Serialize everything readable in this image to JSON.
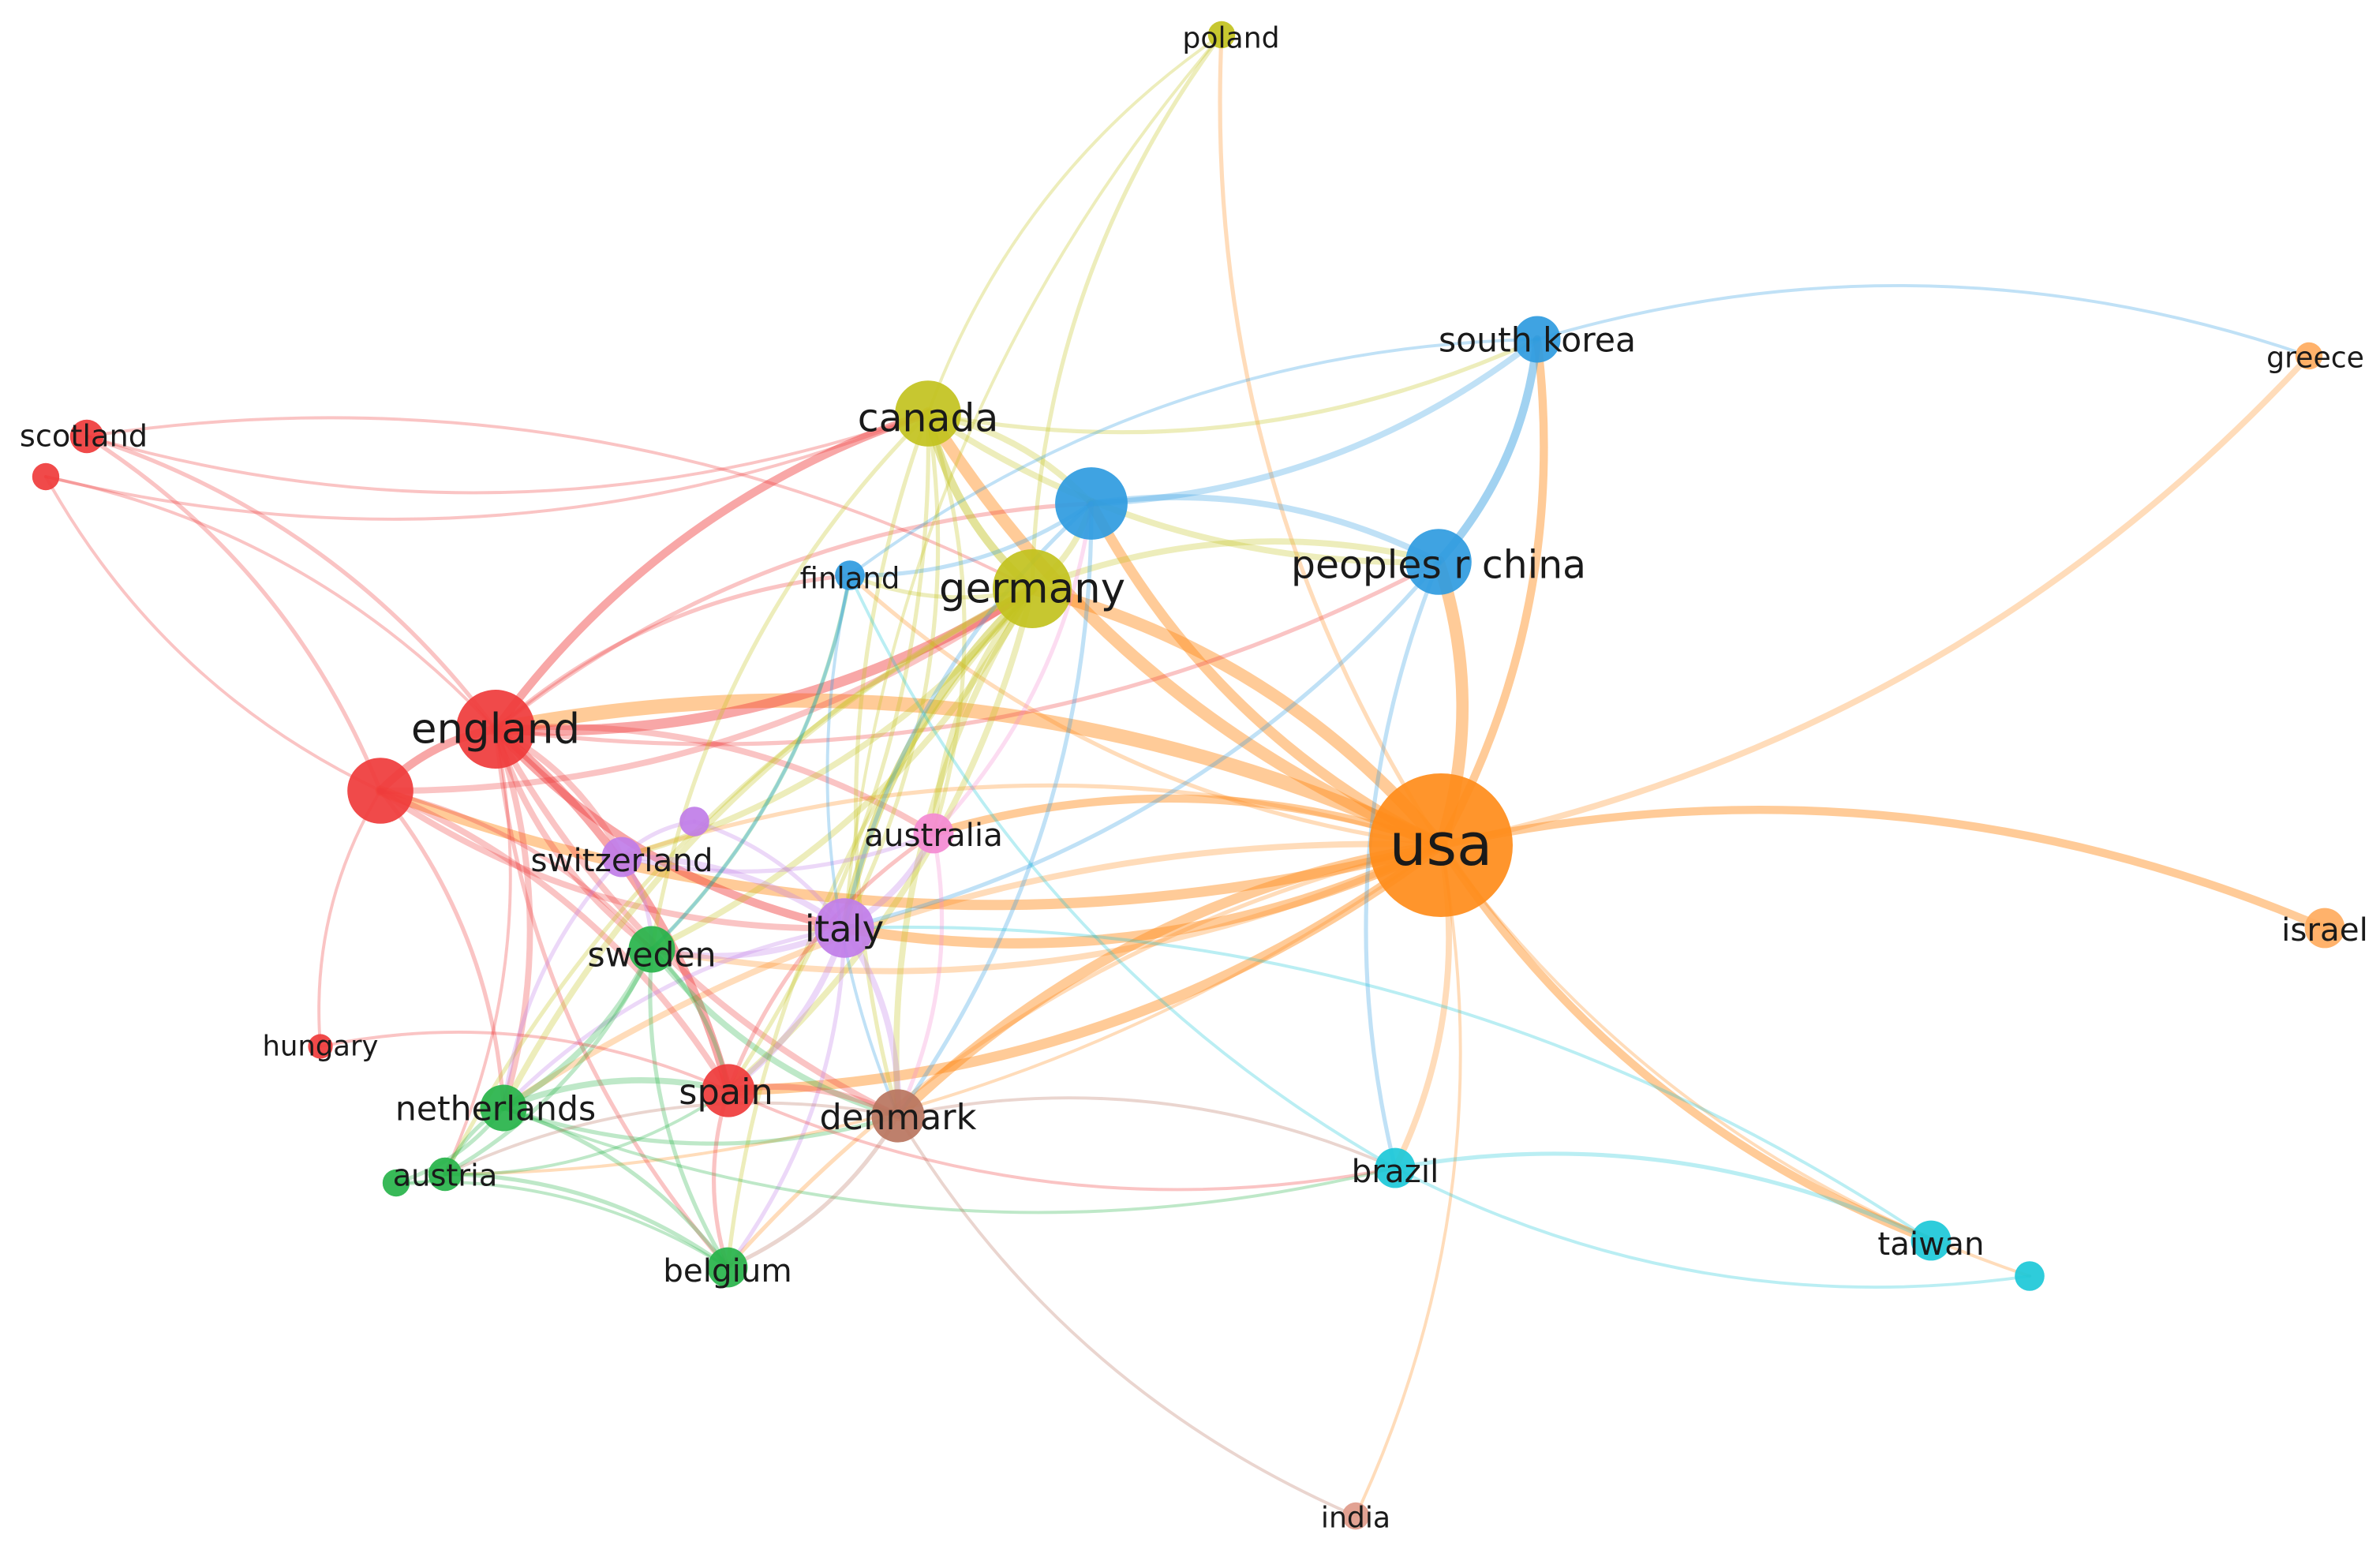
{
  "network": {
    "nodes": [
      {
        "id": "usa",
        "label": "usa",
        "color": "#ff8c1a",
        "weight": 10
      },
      {
        "id": "england",
        "label": "england",
        "color": "#ef3b3b",
        "weight": 5
      },
      {
        "id": "england-b",
        "label": "",
        "color": "#ef3b3b",
        "weight": 4
      },
      {
        "id": "scotland",
        "label": "scotland",
        "color": "#ef3b3b",
        "weight": 1.5
      },
      {
        "id": "scotland-b",
        "label": "",
        "color": "#ef3b3b",
        "weight": 1
      },
      {
        "id": "spain",
        "label": "spain",
        "color": "#ef3b3b",
        "weight": 3
      },
      {
        "id": "hungary",
        "label": "hungary",
        "color": "#ef3b3b",
        "weight": 0.8
      },
      {
        "id": "canada",
        "label": "canada",
        "color": "#c2c21e",
        "weight": 4
      },
      {
        "id": "germany",
        "label": "germany",
        "color": "#c2c21e",
        "weight": 5
      },
      {
        "id": "poland",
        "label": "poland",
        "color": "#c2c21e",
        "weight": 1
      },
      {
        "id": "peoples-r-china",
        "label": "peoples r china",
        "color": "#2f9be0",
        "weight": 4
      },
      {
        "id": "china-b",
        "label": "",
        "color": "#2f9be0",
        "weight": 4.5
      },
      {
        "id": "south-korea",
        "label": "south korea",
        "color": "#2f9be0",
        "weight": 2.5
      },
      {
        "id": "finland",
        "label": "finland",
        "color": "#2f9be0",
        "weight": 1.2
      },
      {
        "id": "greece",
        "label": "greece",
        "color": "#ffab5e",
        "weight": 1
      },
      {
        "id": "israel",
        "label": "israel",
        "color": "#ffab5e",
        "weight": 2
      },
      {
        "id": "australia",
        "label": "australia",
        "color": "#f48ad2",
        "weight": 2
      },
      {
        "id": "italy",
        "label": "italy",
        "color": "#c07de8",
        "weight": 3.5
      },
      {
        "id": "switzerland",
        "label": "switzerland",
        "color": "#c07de8",
        "weight": 2
      },
      {
        "id": "swiss-b",
        "label": "",
        "color": "#c07de8",
        "weight": 1.2
      },
      {
        "id": "sweden",
        "label": "sweden",
        "color": "#27b34a",
        "weight": 2.5
      },
      {
        "id": "netherlands",
        "label": "netherlands",
        "color": "#27b34a",
        "weight": 2.5
      },
      {
        "id": "austria",
        "label": "austria",
        "color": "#27b34a",
        "weight": 1.5
      },
      {
        "id": "austria-b",
        "label": "",
        "color": "#27b34a",
        "weight": 1
      },
      {
        "id": "belgium",
        "label": "belgium",
        "color": "#27b34a",
        "weight": 2
      },
      {
        "id": "denmark",
        "label": "denmark",
        "color": "#b97560",
        "weight": 3
      },
      {
        "id": "india",
        "label": "india",
        "color": "#e09a8a",
        "weight": 1
      },
      {
        "id": "brazil",
        "label": "brazil",
        "color": "#1cc8d8",
        "weight": 2
      },
      {
        "id": "taiwan",
        "label": "taiwan",
        "color": "#1cc8d8",
        "weight": 2
      },
      {
        "id": "taiwan-b",
        "label": "",
        "color": "#1cc8d8",
        "weight": 1.2
      }
    ],
    "links": [
      [
        "usa",
        "england",
        7
      ],
      [
        "usa",
        "england-b",
        5
      ],
      [
        "usa",
        "germany",
        6
      ],
      [
        "usa",
        "canada",
        6
      ],
      [
        "usa",
        "peoples-r-china",
        6
      ],
      [
        "usa",
        "china-b",
        5
      ],
      [
        "usa",
        "south-korea",
        4
      ],
      [
        "usa",
        "italy",
        5
      ],
      [
        "usa",
        "australia",
        4
      ],
      [
        "usa",
        "spain",
        5
      ],
      [
        "usa",
        "denmark",
        5
      ],
      [
        "usa",
        "sweden",
        3
      ],
      [
        "usa",
        "netherlands",
        3
      ],
      [
        "usa",
        "brazil",
        3
      ],
      [
        "usa",
        "taiwan",
        4
      ],
      [
        "usa",
        "israel",
        4
      ],
      [
        "usa",
        "greece",
        3
      ],
      [
        "usa",
        "finland",
        2
      ],
      [
        "usa",
        "switzerland",
        2
      ],
      [
        "usa",
        "india",
        1.5
      ],
      [
        "usa",
        "belgium",
        2
      ],
      [
        "usa",
        "poland",
        2
      ],
      [
        "usa",
        "taiwan-b",
        1.5
      ],
      [
        "usa",
        "austria",
        1.5
      ],
      [
        "england",
        "germany",
        5
      ],
      [
        "england",
        "canada",
        4
      ],
      [
        "england",
        "england-b",
        4
      ],
      [
        "england",
        "spain",
        4
      ],
      [
        "england",
        "italy",
        4
      ],
      [
        "england",
        "switzerland",
        3
      ],
      [
        "england",
        "sweden",
        3
      ],
      [
        "england",
        "netherlands",
        3
      ],
      [
        "england",
        "denmark",
        3
      ],
      [
        "england",
        "australia",
        3
      ],
      [
        "england",
        "scotland",
        2
      ],
      [
        "england",
        "finland",
        2
      ],
      [
        "england",
        "peoples-r-china",
        2
      ],
      [
        "england",
        "china-b",
        2
      ],
      [
        "england",
        "belgium",
        2
      ],
      [
        "england",
        "austria",
        1.5
      ],
      [
        "england-b",
        "scotland",
        2
      ],
      [
        "england-b",
        "spain",
        3
      ],
      [
        "england-b",
        "italy",
        3
      ],
      [
        "england-b",
        "netherlands",
        2
      ],
      [
        "england-b",
        "hungary",
        1.5
      ],
      [
        "england-b",
        "sweden",
        2
      ],
      [
        "england-b",
        "germany",
        3
      ],
      [
        "england-b",
        "scotland-b",
        1.5
      ],
      [
        "scotland",
        "canada",
        1.5
      ],
      [
        "scotland",
        "germany",
        1.5
      ],
      [
        "scotland-b",
        "canada",
        1.5
      ],
      [
        "scotland-b",
        "england",
        1.5
      ],
      [
        "canada",
        "germany",
        4
      ],
      [
        "canada",
        "china-b",
        3
      ],
      [
        "canada",
        "peoples-r-china",
        3
      ],
      [
        "canada",
        "italy",
        2
      ],
      [
        "canada",
        "sweden",
        2
      ],
      [
        "canada",
        "spain",
        2
      ],
      [
        "canada",
        "denmark",
        2
      ],
      [
        "canada",
        "australia",
        2
      ],
      [
        "canada",
        "south-korea",
        2
      ],
      [
        "canada",
        "poland",
        1.5
      ],
      [
        "germany",
        "italy",
        4
      ],
      [
        "germany",
        "spain",
        3
      ],
      [
        "germany",
        "denmark",
        3
      ],
      [
        "germany",
        "sweden",
        3
      ],
      [
        "germany",
        "netherlands",
        3
      ],
      [
        "germany",
        "switzerland",
        3
      ],
      [
        "germany",
        "china-b",
        3
      ],
      [
        "germany",
        "peoples-r-china",
        3
      ],
      [
        "germany",
        "australia",
        3
      ],
      [
        "germany",
        "finland",
        2
      ],
      [
        "germany",
        "belgium",
        2
      ],
      [
        "germany",
        "poland",
        2
      ],
      [
        "germany",
        "austria",
        2
      ],
      [
        "china-b",
        "peoples-r-china",
        3
      ],
      [
        "china-b",
        "south-korea",
        3
      ],
      [
        "china-b",
        "finland",
        2
      ],
      [
        "china-b",
        "italy",
        2
      ],
      [
        "china-b",
        "denmark",
        2
      ],
      [
        "peoples-r-china",
        "south-korea",
        4
      ],
      [
        "peoples-r-china",
        "italy",
        2
      ],
      [
        "peoples-r-china",
        "brazil",
        2
      ],
      [
        "south-korea",
        "greece",
        1.5
      ],
      [
        "south-korea",
        "finland",
        1.5
      ],
      [
        "italy",
        "spain",
        3
      ],
      [
        "italy",
        "switzerland",
        3
      ],
      [
        "italy",
        "sweden",
        3
      ],
      [
        "italy",
        "australia",
        3
      ],
      [
        "italy",
        "denmark",
        3
      ],
      [
        "italy",
        "netherlands",
        2
      ],
      [
        "italy",
        "belgium",
        2
      ],
      [
        "italy",
        "swiss-b",
        2
      ],
      [
        "switzerland",
        "sweden",
        2
      ],
      [
        "switzerland",
        "netherlands",
        2
      ],
      [
        "switzerland",
        "swiss-b",
        2
      ],
      [
        "switzerland",
        "australia",
        2
      ],
      [
        "sweden",
        "netherlands",
        3
      ],
      [
        "sweden",
        "denmark",
        3
      ],
      [
        "sweden",
        "spain",
        2
      ],
      [
        "sweden",
        "belgium",
        2
      ],
      [
        "sweden",
        "austria",
        2
      ],
      [
        "sweden",
        "finland",
        2
      ],
      [
        "netherlands",
        "spain",
        3
      ],
      [
        "netherlands",
        "denmark",
        2
      ],
      [
        "netherlands",
        "belgium",
        2
      ],
      [
        "netherlands",
        "austria",
        2
      ],
      [
        "netherlands",
        "austria-b",
        2
      ],
      [
        "netherlands",
        "brazil",
        1.5
      ],
      [
        "spain",
        "denmark",
        3
      ],
      [
        "spain",
        "belgium",
        2
      ],
      [
        "spain",
        "australia",
        2
      ],
      [
        "spain",
        "brazil",
        1.5
      ],
      [
        "denmark",
        "belgium",
        2
      ],
      [
        "denmark",
        "austria",
        1.5
      ],
      [
        "denmark",
        "brazil",
        1.5
      ],
      [
        "denmark",
        "india",
        1.5
      ],
      [
        "austria",
        "belgium",
        2
      ],
      [
        "austria-b",
        "austria",
        1.5
      ],
      [
        "austria-b",
        "belgium",
        1.5
      ],
      [
        "austria",
        "spain",
        1.5
      ],
      [
        "brazil",
        "taiwan",
        2
      ],
      [
        "brazil",
        "taiwan-b",
        1.5
      ],
      [
        "brazil",
        "finland",
        1.5
      ],
      [
        "taiwan",
        "italy",
        1.5
      ],
      [
        "australia",
        "denmark",
        2
      ],
      [
        "australia",
        "china-b",
        2
      ],
      [
        "hungary",
        "spain",
        1.5
      ],
      [
        "poland",
        "italy",
        1.5
      ],
      [
        "finland",
        "sweden",
        1.5
      ],
      [
        "finland",
        "denmark",
        1.5
      ]
    ]
  }
}
